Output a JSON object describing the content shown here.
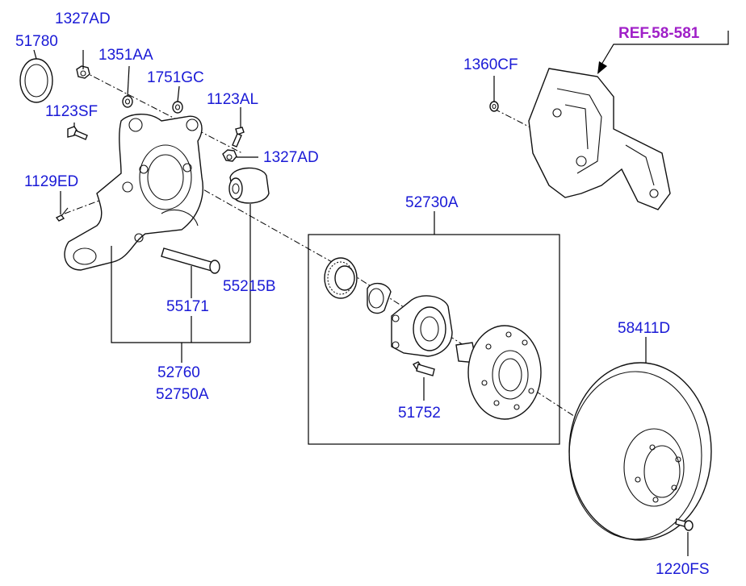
{
  "labels": {
    "p1327AD_top": "1327AD",
    "p51780": "51780",
    "p1351AA": "1351AA",
    "p1751GC": "1751GC",
    "p1123SF": "1123SF",
    "p1123AL": "1123AL",
    "p1327AD_right": "1327AD",
    "p1129ED": "1129ED",
    "p55215B": "55215B",
    "p55171": "55171",
    "p52760": "52760",
    "p52750A": "52750A",
    "p52730A": "52730A",
    "p51752": "51752",
    "p1360CF": "1360CF",
    "ref": "REF.58-581",
    "p58411D": "58411D",
    "p1220FS": "1220FS"
  },
  "colors": {
    "part_number": "#1a1ad6",
    "reference": "#a020c8",
    "line": "#000000"
  }
}
